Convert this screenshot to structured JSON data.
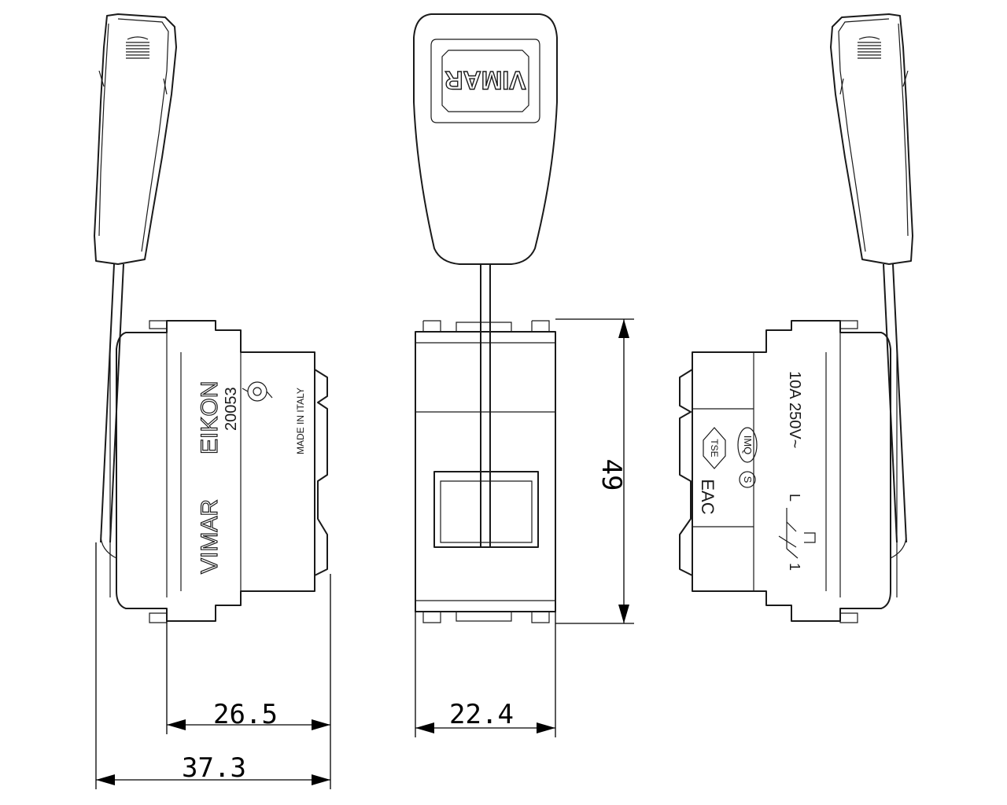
{
  "dimensions": {
    "width_total": "37.3",
    "width_body": "26.5",
    "width_front": "22.4",
    "height": "49"
  },
  "key_label": "VIMAR",
  "left_view": {
    "brand": "VIMAR",
    "series": "EIKON",
    "code": "20053",
    "origin": "MADE IN ITALY"
  },
  "right_view": {
    "rating": "10A  250V~",
    "mark_imq": "IMQ",
    "mark_s": "S",
    "mark_tse": "TSE",
    "mark_eac": "EAC",
    "terminal_l": "L",
    "terminal_1": "1"
  }
}
